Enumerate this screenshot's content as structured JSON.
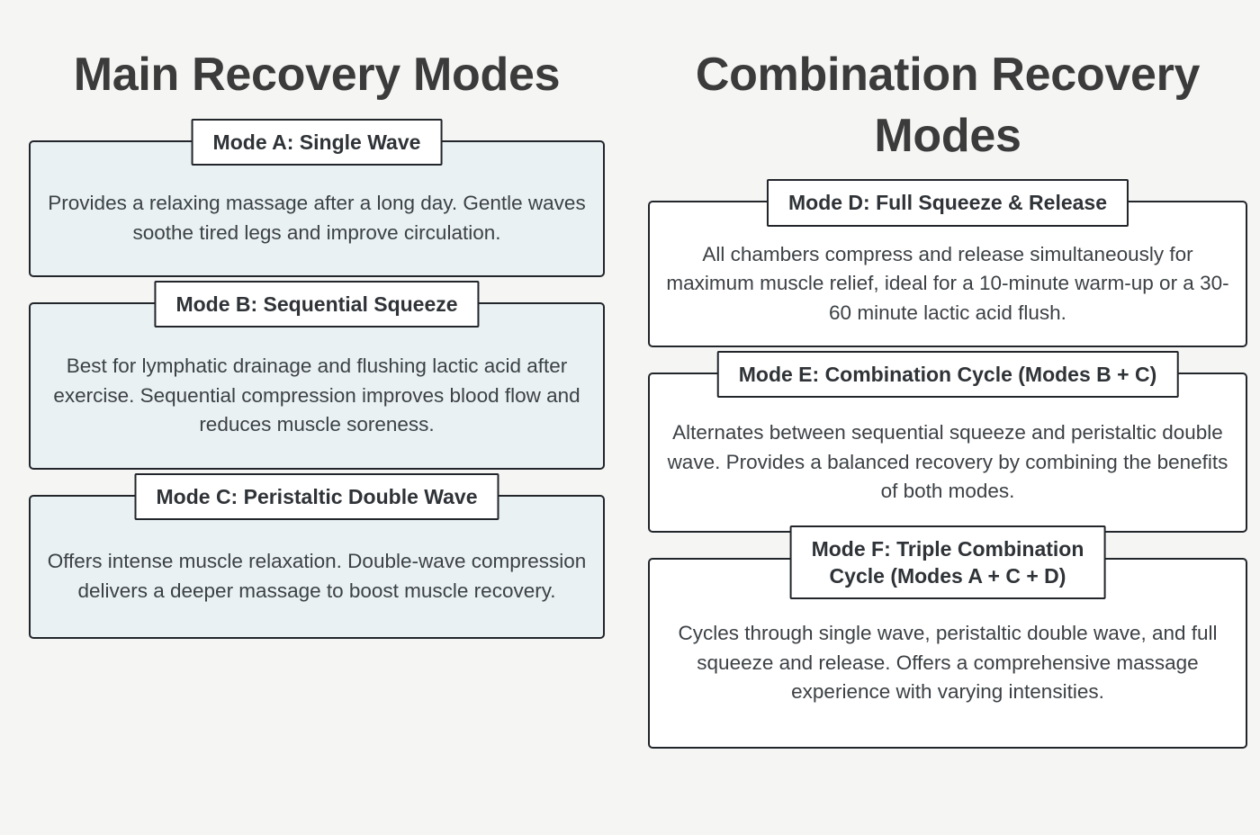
{
  "columns": [
    {
      "heading": "Main Recovery\nModes",
      "variant": "left",
      "cards": [
        {
          "title": "Mode A: Single Wave",
          "body": "Provides a relaxing massage after a long day. Gentle waves soothe tired legs and improve circulation."
        },
        {
          "title": "Mode B: Sequential Squeeze",
          "body": "Best for lymphatic drainage and flushing lactic acid after exercise. Sequential compression improves blood flow and reduces muscle soreness."
        },
        {
          "title": "Mode C: Peristaltic Double Wave",
          "body": "Offers intense muscle relaxation. Double-wave compression delivers a deeper massage to boost muscle recovery."
        }
      ]
    },
    {
      "heading": "Combination\nRecovery Modes",
      "variant": "right",
      "cards": [
        {
          "title": "Mode D: Full Squeeze & Release",
          "body": "All chambers compress and release simultaneously for maximum muscle relief, ideal for a 10-minute warm-up or a 30-60 minute lactic acid flush."
        },
        {
          "title": "Mode E: Combination Cycle (Modes B + C)",
          "body": "Alternates between sequential squeeze and peristaltic double wave. Provides a balanced recovery by combining the benefits of both modes."
        },
        {
          "title": "Mode F: Triple Combination\nCycle (Modes A + C + D)",
          "body": "Cycles through single wave, peristaltic double wave, and full squeeze and release. Offers a comprehensive massage experience with varying intensities."
        }
      ]
    }
  ],
  "colors": {
    "page_background": "#f5f5f4",
    "card_left_fill": "#e9f1f3",
    "card_right_fill": "#ffffff",
    "border": "#22262b",
    "heading_text": "#3b3b3b",
    "title_text": "#2f3337",
    "body_text": "#3c4145"
  }
}
